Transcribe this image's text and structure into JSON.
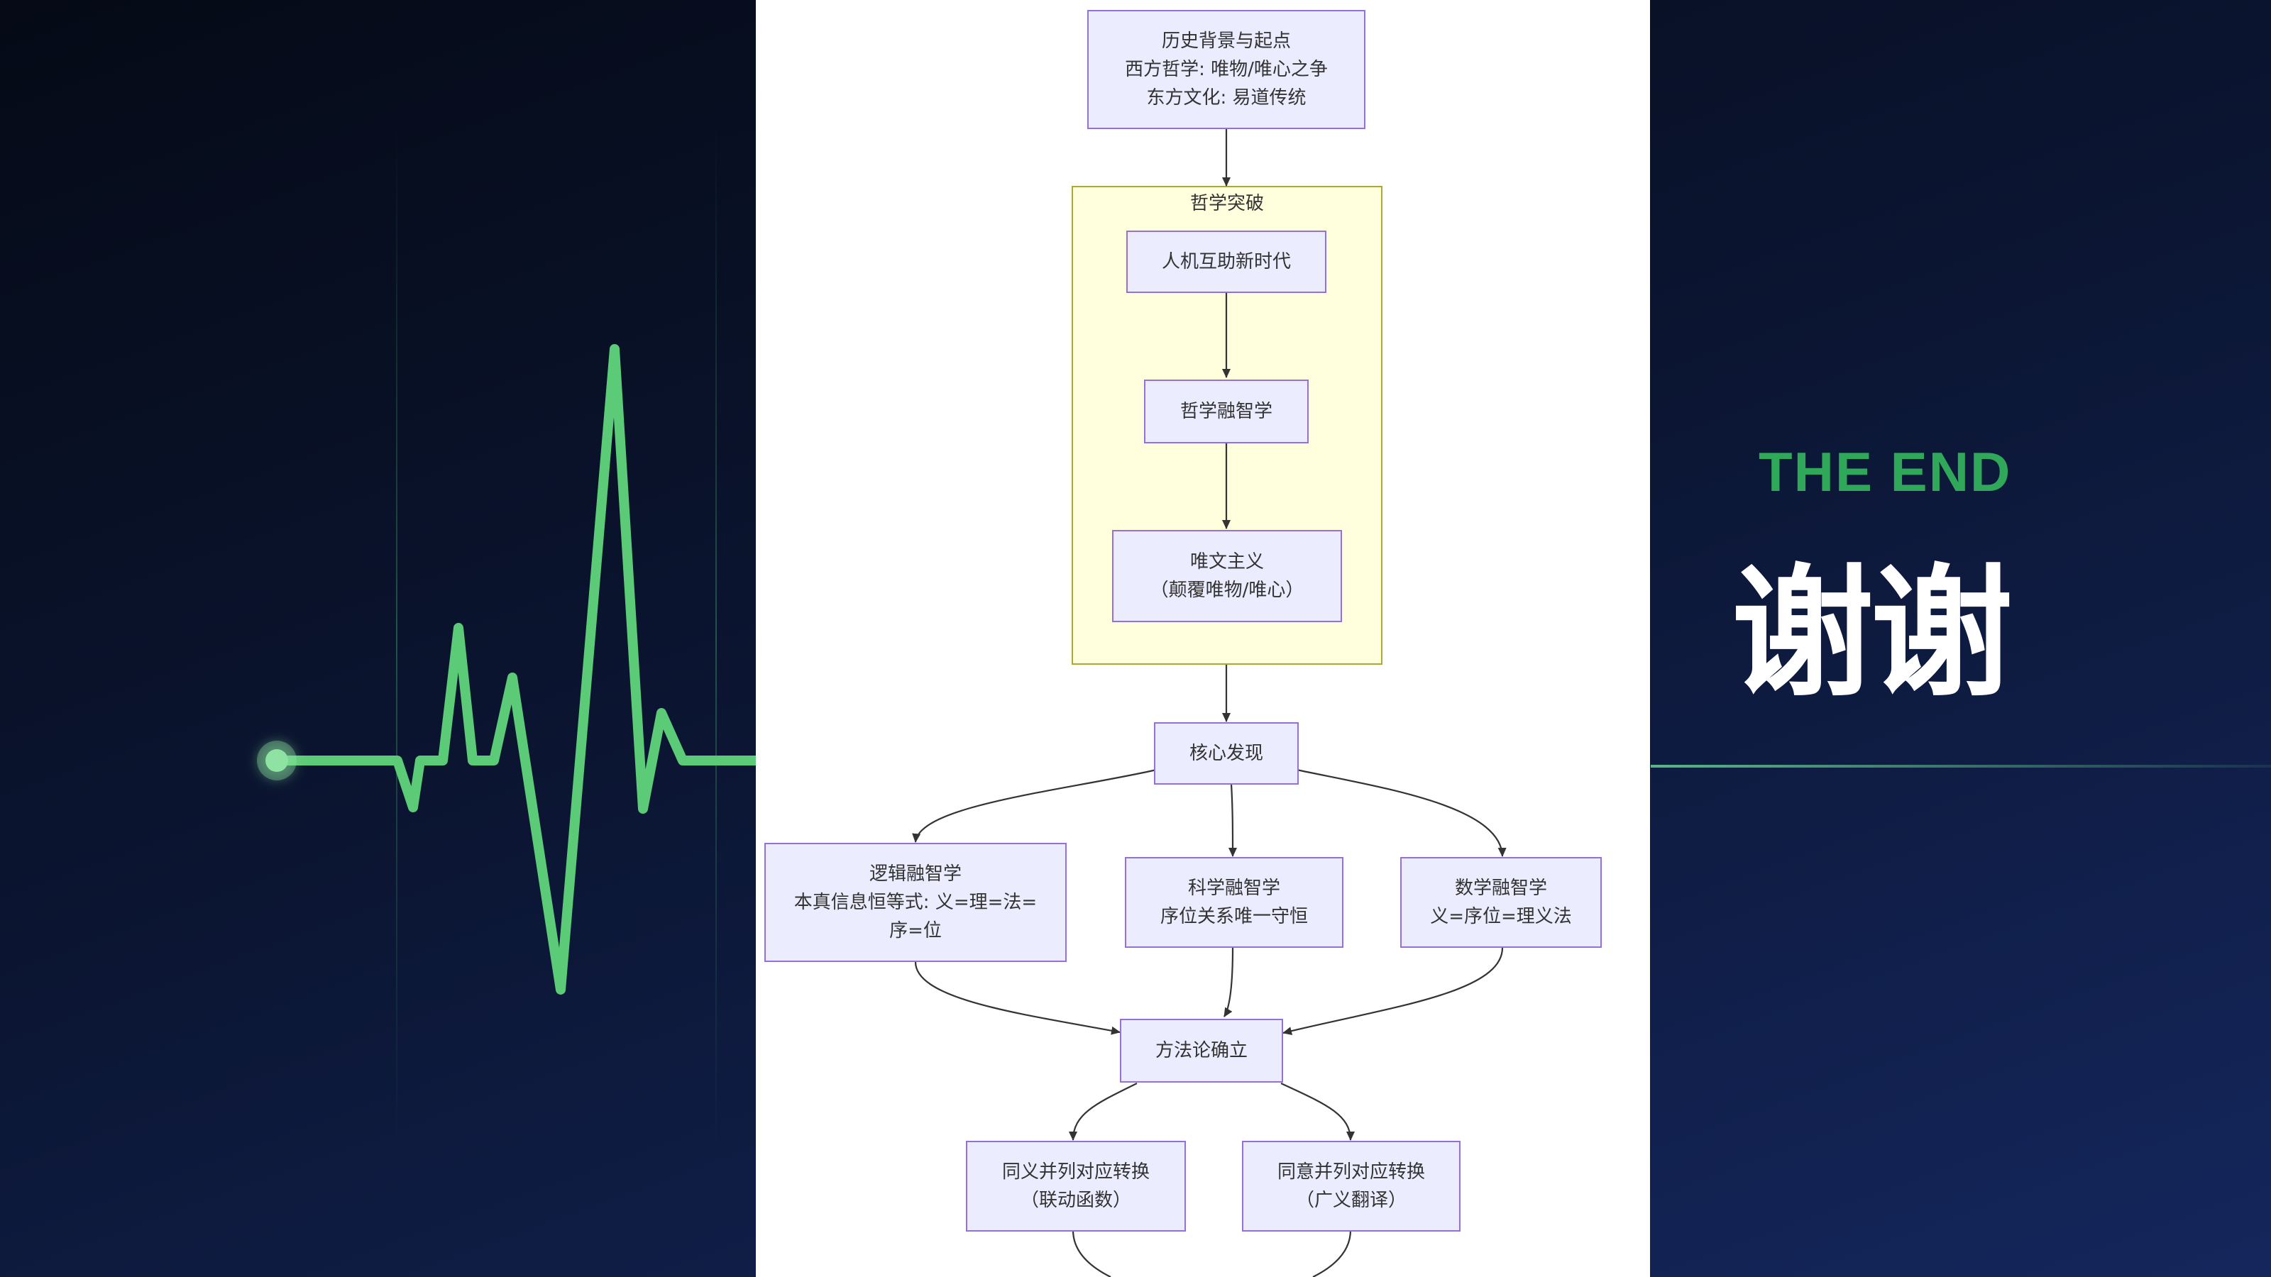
{
  "right": {
    "end_label": "THE END",
    "thanks": "谢谢"
  },
  "diagram": {
    "nodes": {
      "background": [
        "历史背景与起点",
        "西方哲学: 唯物/唯心之争",
        "东方文化: 易道传统"
      ],
      "human_machine": [
        "人机互助新时代"
      ],
      "philosophy_wisdom": [
        "哲学融智学"
      ],
      "textualism": [
        "唯文主义",
        "（颠覆唯物/唯心）"
      ],
      "core": [
        "核心发现"
      ],
      "logic": [
        "逻辑融智学",
        "本真信息恒等式: 义=理=法=",
        "序=位"
      ],
      "science": [
        "科学融智学",
        "序位关系唯一守恒"
      ],
      "math": [
        "数学融智学",
        "义=序位=理义法"
      ],
      "method": [
        "方法论确立"
      ],
      "synonym": [
        "同义并列对应转换",
        "（联动函数）"
      ],
      "same_meaning": [
        "同意并列对应转换",
        "（广义翻译）"
      ]
    },
    "cluster_label": "哲学突破",
    "colors": {
      "node_fill": "#ececff",
      "node_border": "#9370db",
      "cluster_fill": "#ffffde",
      "cluster_border": "#aaaa33",
      "edge": "#333333",
      "accent_green": "#2fa85a"
    }
  }
}
